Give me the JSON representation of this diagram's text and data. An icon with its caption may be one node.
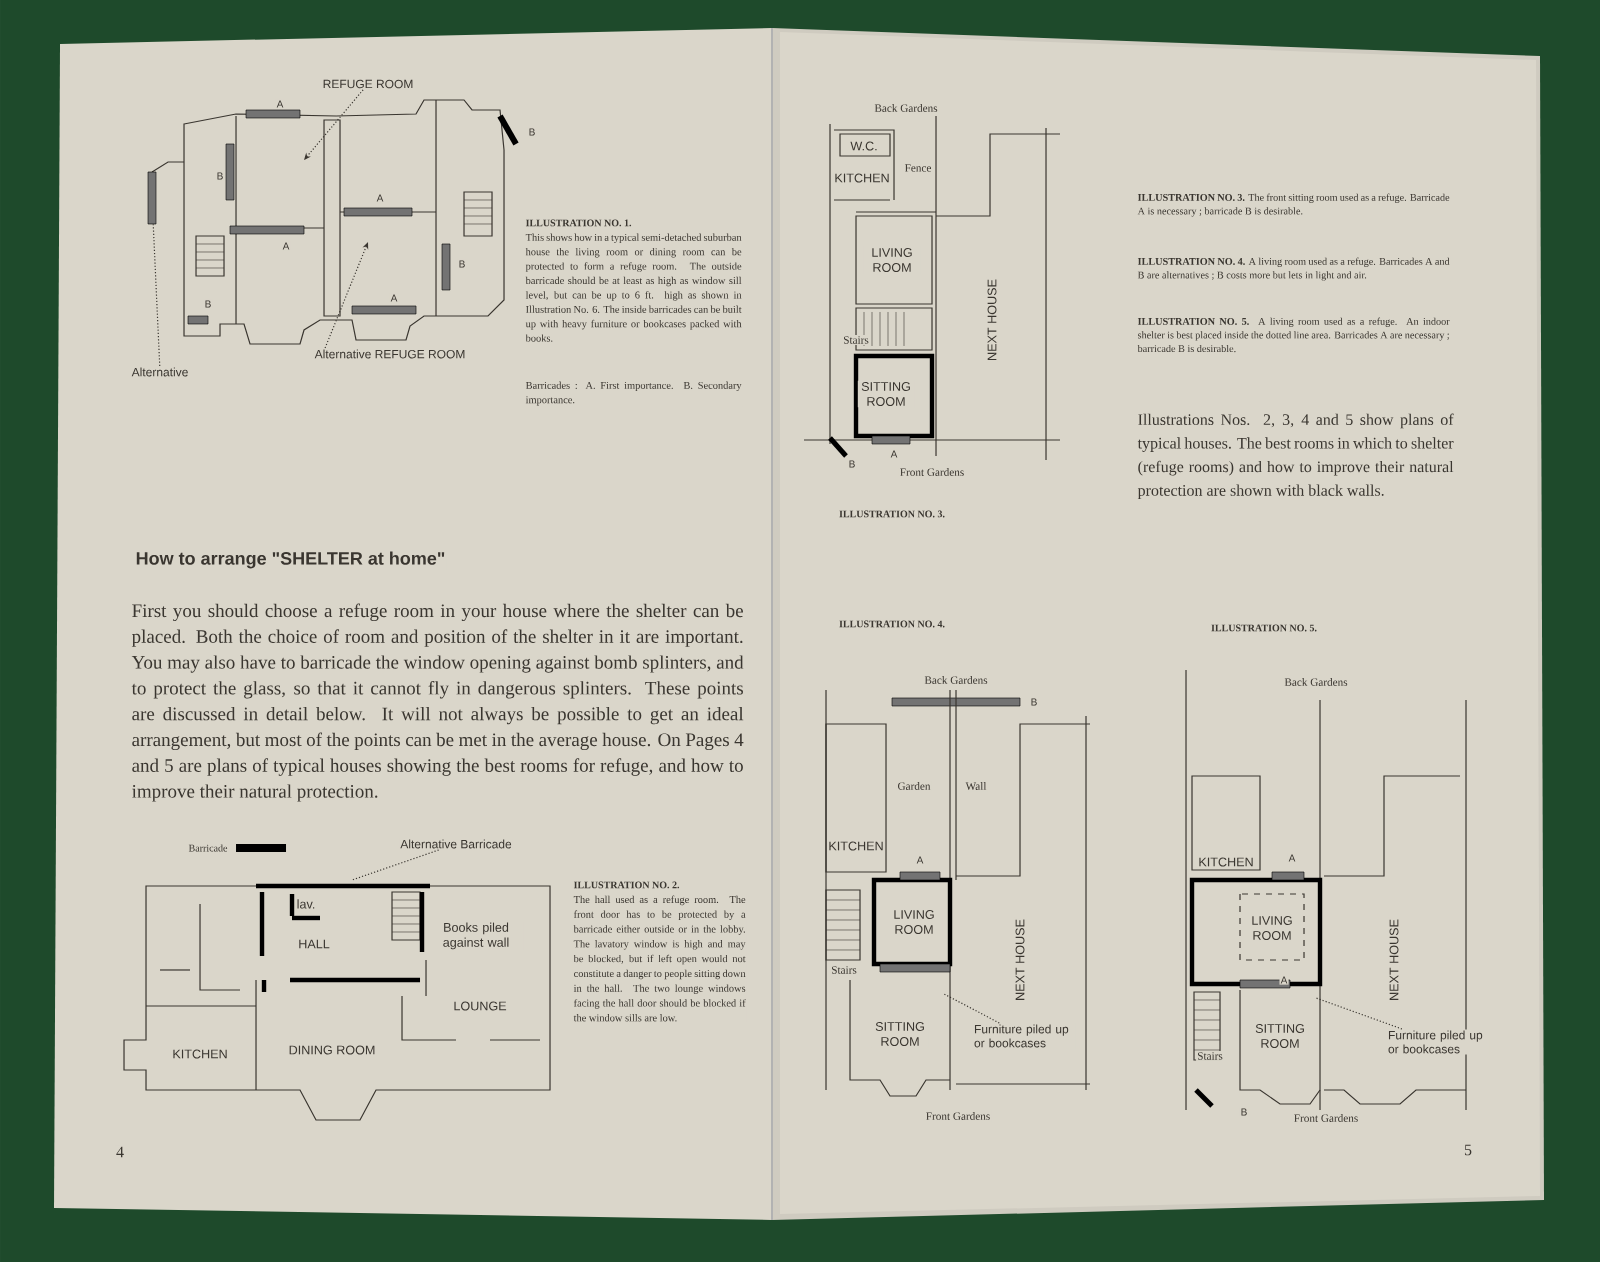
{
  "diagram": {
    "title": "How to arrange \"SHELTER at home\"",
    "nodes": [
      {
        "text": [
          "REFUGE ROOM"
        ]
      },
      {
        "text": [
          "Alternative REFUGE ROOM"
        ]
      },
      {
        "text": [
          "Alternative"
        ]
      },
      {
        "text": [
          "Alternative Barricade"
        ]
      },
      {
        "text": [
          "Furniture piled up or bookcases"
        ]
      },
      {
        "text": [
          "Furniture piled up or bookcases"
        ]
      },
      {
        "text": [],
        "shape": "bar"
      }
    ],
    "edges": [
      {
        "from": 0,
        "to": null,
        "arrow": "to",
        "style": "dashed"
      },
      {
        "from": 1,
        "to": null,
        "arrow": "to",
        "style": "dashed"
      },
      {
        "from": 2,
        "to": 6,
        "arrow": "none",
        "style": "dashed"
      },
      {
        "from": 3,
        "to": null,
        "arrow": "none",
        "style": "dashed"
      },
      {
        "from": 4,
        "to": null,
        "arrow": "none",
        "style": "dashed"
      },
      {
        "from": 5,
        "to": null,
        "arrow": "none",
        "style": "dashed"
      }
    ],
    "labels": [
      "A",
      "B",
      "B",
      "A",
      "A",
      "B",
      "B",
      "A",
      "ILLUSTRATION NO. 1.",
      "This shows how in a typical semi-detached suburban house the living room or dining room can be protected to form a refuge room. The outside barricade should be at least as high as window sill level, but can be up to 6 ft. high as shown in Illustration No. 6. The inside barricades can be built up with heavy furniture or bookcases packed with books.",
      "Barricades : A. First importance. B. Secondary importance.",
      "First you should choose a refuge room in your house where the shelter can be placed. Both the choice of room and position of the shelter in it are important. You may also have to barricade the window opening against bomb splinters, and to protect the glass, so that it cannot fly in dangerous splinters. These points are discussed in detail below. It will not always be possible to get an ideal arrangement, but most of the points can be met in the average house. On Pages 4 and 5 are plans of typical houses showing the best rooms for refuge, and how to improve their natural protection.",
      "Barricade",
      "lav.",
      "HALL",
      "Books piled against wall",
      "LOUNGE",
      "KITCHEN",
      "DINING ROOM",
      "ILLUSTRATION NO. 2.",
      "The hall used as a refuge room. The front door has to be protected by a barricade either outside or in the lobby. The lavatory window is high and may be blocked, but if left open would not constitute a danger to people sitting down in the hall. The two lounge windows facing the hall door should be blocked if the window sills are low.",
      "4",
      "Back Gardens",
      "W.C.",
      "KITCHEN",
      "Fence",
      "LIVING ROOM",
      "NEXT HOUSE",
      "Stairs",
      "SITTING ROOM",
      "B",
      "A",
      "Front Gardens",
      "ILLUSTRATION NO. 3.",
      "**ILLUSTRATION NO. 3.** The front sitting room used as a refuge. Barricade A is necessary ; barricade B is desirable.",
      "**ILLUSTRATION NO. 4.** A living room used as a refuge. Barricades A and B are alternatives ; B costs more but lets in light and air.",
      "**ILLUSTRATION NO. 5.** A living room used as a refuge. An indoor shelter is best placed inside the dotted line area. Barricades A are necessary ; barricade B is desirable.",
      "Illustrations Nos. 2, 3, 4 and 5 show plans of typical houses. The best rooms in which to shelter (refuge rooms) and how to improve their natural protection are shown with black walls.",
      "ILLUSTRATION NO. 4.",
      "Back Gardens",
      "B",
      "Garden",
      "Wall",
      "KITCHEN",
      "A",
      "LIVING ROOM",
      "Stairs",
      "NEXT HOUSE",
      "SITTING ROOM",
      "Front Gardens",
      "ILLUSTRATION NO. 5.",
      "Back Gardens",
      "KITCHEN",
      "A",
      "LIVING ROOM",
      "NEXT HOUSE",
      "A",
      "SITTING ROOM",
      "Stairs",
      "B",
      "Front Gardens",
      "5"
    ]
  }
}
